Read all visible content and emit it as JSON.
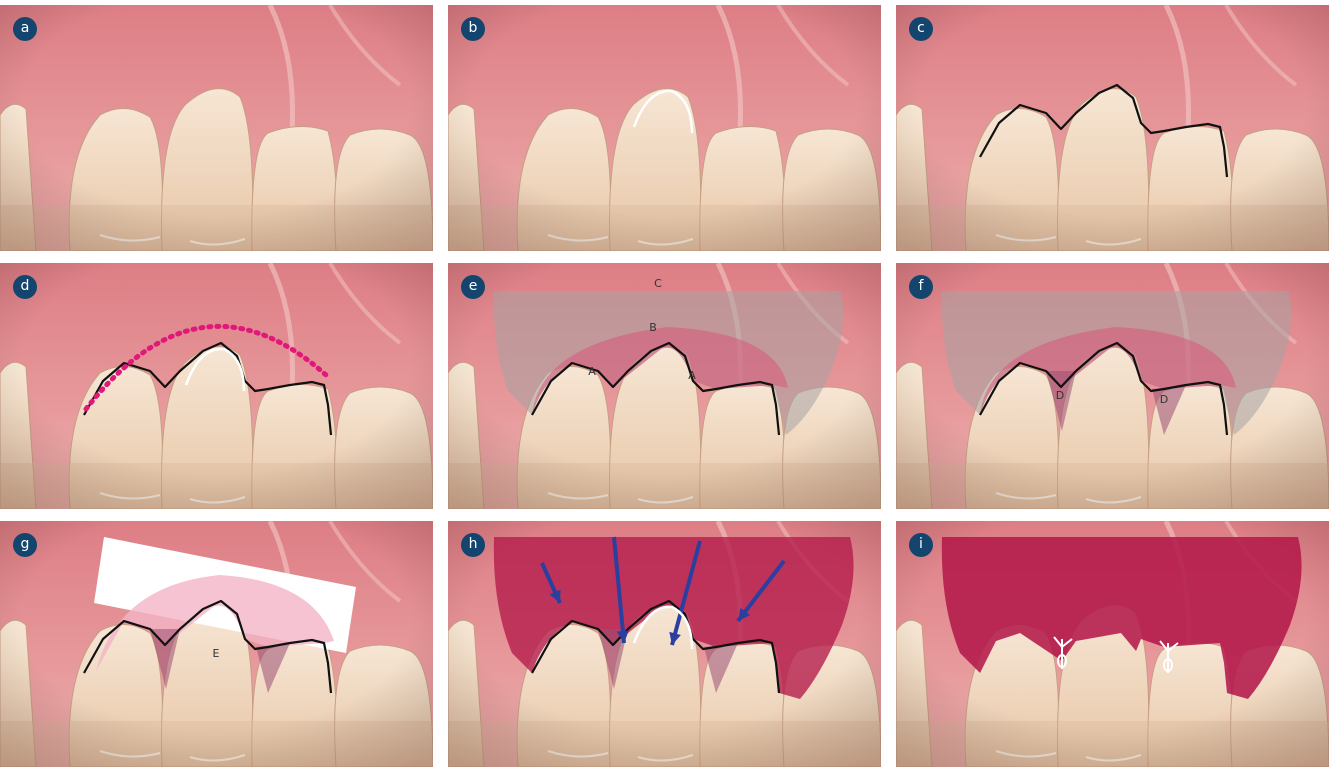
{
  "panels": [
    {
      "id": "a",
      "label": "a",
      "overlays": []
    },
    {
      "id": "b",
      "label": "b",
      "overlays": [
        "white-outline"
      ]
    },
    {
      "id": "c",
      "label": "c",
      "overlays": [
        "black-outline"
      ]
    },
    {
      "id": "d",
      "label": "d",
      "overlays": [
        "black-outline",
        "dotted-arc",
        "white-outline"
      ]
    },
    {
      "id": "e",
      "label": "e",
      "overlays": [
        "gray-flap",
        "pink-flap",
        "black-outline"
      ],
      "region_labels": [
        "C",
        "B",
        "A",
        "A"
      ]
    },
    {
      "id": "f",
      "label": "f",
      "overlays": [
        "gray-flap",
        "pink-flap",
        "papilla-triangles",
        "black-outline"
      ],
      "region_labels": [
        "D",
        "D"
      ]
    },
    {
      "id": "g",
      "label": "g",
      "overlays": [
        "white-band",
        "pink-flap-light",
        "papilla-triangles",
        "black-outline"
      ],
      "region_labels": [
        "E"
      ]
    },
    {
      "id": "h",
      "label": "h",
      "overlays": [
        "magenta-flap",
        "papilla-triangles",
        "black-outline",
        "blue-arrows",
        "white-outline"
      ]
    },
    {
      "id": "i",
      "label": "i",
      "overlays": [
        "magenta-flap-full",
        "sutures"
      ]
    }
  ],
  "colors": {
    "badge": "#13456f",
    "gingiva": "#e79a9c",
    "tooth": "#f2dcc4",
    "flap_pink": "#d9577a",
    "flap_gray": "#a7a2a2",
    "flap_magenta": "#b3194a",
    "dotted_arc": "#e0187a",
    "arrow": "#2b3fa0"
  }
}
